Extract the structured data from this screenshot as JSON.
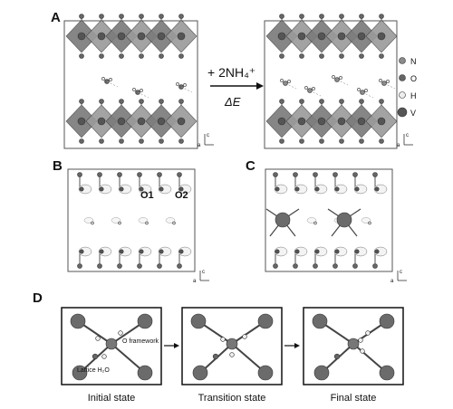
{
  "panels": {
    "a": {
      "letter": "A"
    },
    "b": {
      "letter": "B",
      "site1": "O1",
      "site2": "O2"
    },
    "c": {
      "letter": "C"
    },
    "d": {
      "letter": "D",
      "ann_framework": "O framework",
      "ann_water": "Lattice H₂O"
    }
  },
  "reaction": {
    "reactant": "+ 2NH₄⁺",
    "energy": "ΔE"
  },
  "legend": [
    {
      "symbol": "N",
      "color": "#8a8a8a"
    },
    {
      "symbol": "O",
      "color": "#666666"
    },
    {
      "symbol": "H",
      "color": "#eeeeee"
    },
    {
      "symbol": "V",
      "color": "#555555"
    }
  ],
  "axes": {
    "a": "a",
    "c": "c"
  },
  "states": [
    "Initial state",
    "Transition state",
    "Final state"
  ]
}
